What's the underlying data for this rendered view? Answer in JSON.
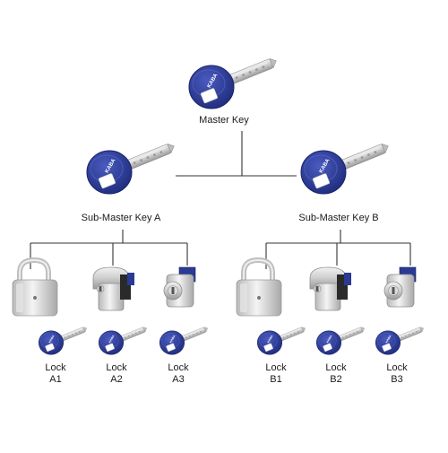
{
  "diagram": {
    "brand_colors": {
      "key_head": "#2b3a93",
      "key_head_dark": "#1e2a78",
      "metal": "#cfcfcf",
      "metal_dark": "#8f8f8f",
      "line": "#333333"
    },
    "master": {
      "label": "Master Key",
      "icon": "master-key-icon"
    },
    "sub_masters": [
      {
        "label": "Sub-Master Key A",
        "icon": "key-icon"
      },
      {
        "label": "Sub-Master Key B",
        "icon": "key-icon"
      }
    ],
    "locks": [
      {
        "line1": "Lock",
        "line2": "A1",
        "lock_type": "padlock",
        "icon": "padlock-icon"
      },
      {
        "line1": "Lock",
        "line2": "A2",
        "lock_type": "euro-cylinder",
        "icon": "cylinder-lock-icon"
      },
      {
        "line1": "Lock",
        "line2": "A3",
        "lock_type": "cam-lock",
        "icon": "cam-lock-icon"
      },
      {
        "line1": "Lock",
        "line2": "B1",
        "lock_type": "padlock",
        "icon": "padlock-icon"
      },
      {
        "line1": "Lock",
        "line2": "B2",
        "lock_type": "euro-cylinder",
        "icon": "cylinder-lock-icon"
      },
      {
        "line1": "Lock",
        "line2": "B3",
        "lock_type": "cam-lock",
        "icon": "cam-lock-icon"
      }
    ]
  }
}
